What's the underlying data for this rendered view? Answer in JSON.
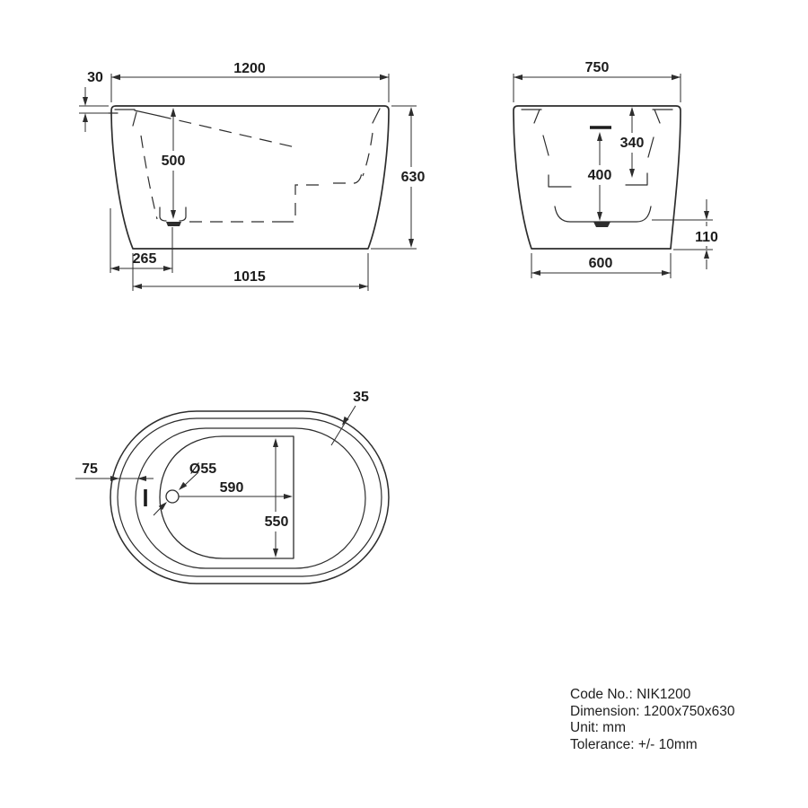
{
  "drawing": {
    "type": "bathtub-technical-drawing",
    "line_color": "#2d2d2d",
    "background": "#ffffff"
  },
  "views": {
    "front_elevation": {
      "dims": {
        "overall_length": "1200",
        "rim_height": "30",
        "inner_depth": "500",
        "overall_height": "630",
        "drain_offset": "265",
        "base_length": "1015"
      }
    },
    "end_elevation": {
      "dims": {
        "overall_width": "750",
        "depth_to_seat": "340",
        "inner_depth": "400",
        "base_height": "110",
        "base_width": "600"
      }
    },
    "plan_view": {
      "dims": {
        "wall_thickness": "35",
        "rim_width": "75",
        "drain_diameter": "Ø55",
        "drain_to_seat": "590",
        "inner_width": "550"
      }
    }
  },
  "notes": {
    "lines": [
      "Code No.: NIK1200",
      "Dimension: 1200x750x630",
      "Unit: mm",
      "Tolerance: +/- 10mm"
    ]
  }
}
